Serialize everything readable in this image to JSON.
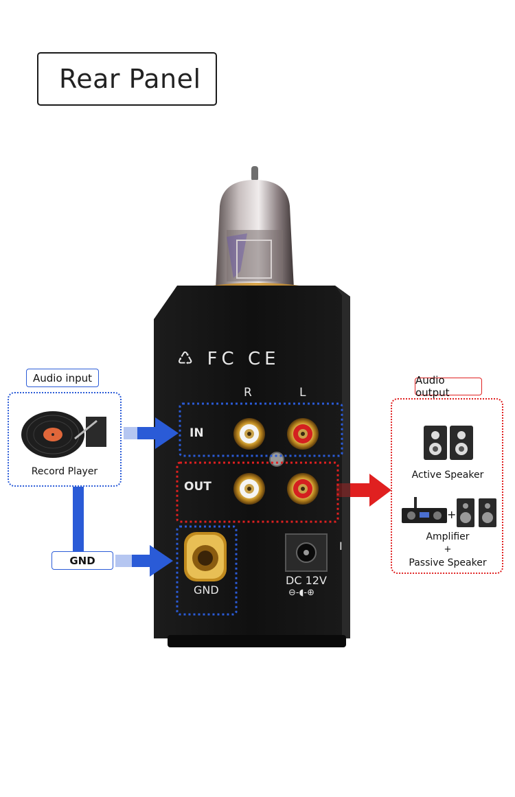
{
  "title": "Rear Panel",
  "device": {
    "marks": "♺ FC CE",
    "col_r": "R",
    "col_l": "L",
    "in_label": "IN",
    "out_label": "OUT",
    "gnd_label": "GND",
    "dc_label": "DC 12V",
    "polarity_symbol": "⊖-◖-⊕",
    "switch_mark": "I"
  },
  "left": {
    "input_tag": "Audio input",
    "record_player_label": "Record Player",
    "gnd_tag": "GND"
  },
  "right": {
    "output_tag": "Audio output",
    "active_speaker_label": "Active Speaker",
    "plus": "+",
    "amplifier_label": "Amplifier",
    "plus2": "+",
    "passive_speaker_label": "Passive Speaker"
  },
  "colors": {
    "blue_accent": "#2a5bd7",
    "red_accent": "#e02020",
    "panel": "#141414",
    "gold": "#c99a3a"
  }
}
